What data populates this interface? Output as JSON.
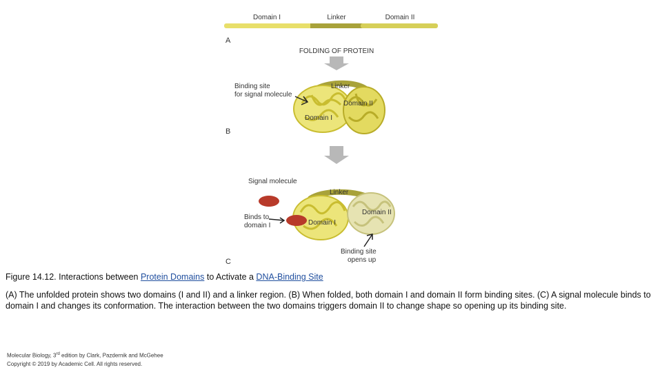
{
  "figure": {
    "bar_labels": {
      "domain1": "Domain I",
      "linker": "Linker",
      "domain2": "Domain II"
    },
    "panel_labels": {
      "a": "A",
      "b": "B",
      "c": "C"
    },
    "folding_label": "FOLDING OF PROTEIN",
    "panel_b": {
      "binding_site_line1": "Binding site",
      "binding_site_line2": "for signal molecule",
      "linker": "Linker",
      "domain1": "Domain I",
      "domain2": "Domain II"
    },
    "panel_c": {
      "signal_molecule": "Signal molecule",
      "binds_line1": "Binds to",
      "binds_line2": "domain I",
      "linker": "Linker",
      "domain1": "Domain I",
      "domain2": "Domain II",
      "opens_line1": "Binding site",
      "opens_line2": "opens up"
    },
    "colors": {
      "domain": "#e8df6a",
      "linker": "#a8a23a",
      "domain2_open": "#d9d79a",
      "signal": "#b83a2a",
      "arrow": "#b8b8b8"
    }
  },
  "caption": {
    "title_prefix": "Figure 14.12. Interactions between ",
    "link1": "Protein Domains",
    "title_middle": " to Activate a ",
    "link2": "DNA-Binding Site",
    "description": "(A) The unfolded protein shows two domains (I and II) and a linker region. (B) When folded, both domain I and domain II form binding sites. (C) A signal molecule binds to domain I and changes its conformation. The interaction between the two domains triggers domain II to change shape so opening up its binding site."
  },
  "credits": {
    "line1_a": "Molecular Biology, 3",
    "line1_sup": "rd",
    "line1_b": " edition by Clark, Pazdernik and  McGehee",
    "line2": "Copyright © 2019 by Academic Cell. All rights reserved."
  }
}
